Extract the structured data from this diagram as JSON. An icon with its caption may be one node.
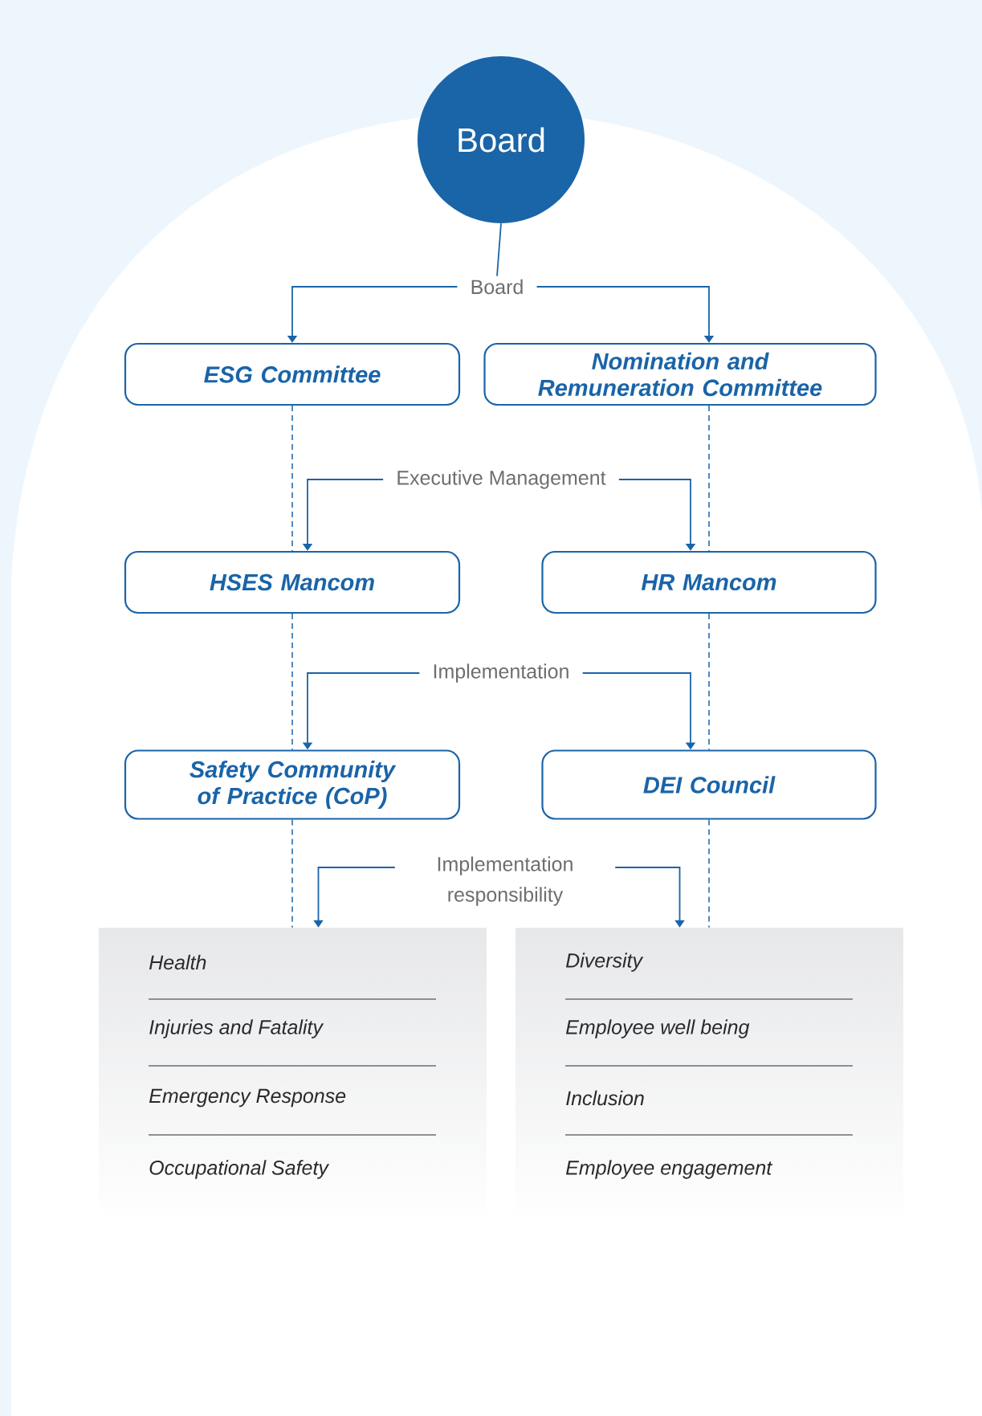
{
  "diagram": {
    "nodes": [
      {
        "text": [
          "Board"
        ]
      },
      {
        "text": [
          "Board"
        ]
      },
      {
        "text": [
          "ESG Committee"
        ]
      },
      {
        "text": [
          "Nomination and Remuneration Committee"
        ]
      },
      {
        "text": [
          "Executive Management"
        ]
      },
      {
        "text": [
          "HSES Mancom"
        ]
      },
      {
        "text": [
          "HR Mancom"
        ]
      },
      {
        "text": [
          "Implementation"
        ]
      },
      {
        "text": [
          "Safety Community of Practice (CoP)"
        ]
      },
      {
        "text": [
          "DEI Council"
        ]
      },
      {
        "text": [
          "Implementation responsibility"
        ]
      },
      {
        "text": [
          "Health",
          "Injuries and Fatality",
          "Emergency Response",
          "Occupational Safety"
        ]
      },
      {
        "text": [
          "Diversity",
          "Employee well being",
          "Inclusion",
          "Employee engagement"
        ]
      }
    ],
    "edges": [
      {
        "from": 0,
        "to": 1,
        "arrow": "none"
      },
      {
        "from": 1,
        "to": 2,
        "arrow": "to"
      },
      {
        "from": 1,
        "to": 3,
        "arrow": "to"
      },
      {
        "from": 4,
        "to": 5,
        "arrow": "to"
      },
      {
        "from": 4,
        "to": 6,
        "arrow": "to"
      },
      {
        "from": 7,
        "to": 8,
        "arrow": "to"
      },
      {
        "from": 7,
        "to": 9,
        "arrow": "to"
      },
      {
        "from": 10,
        "to": 11,
        "arrow": "to"
      },
      {
        "from": 10,
        "to": 12,
        "arrow": "to"
      },
      {
        "from": 2,
        "to": 5,
        "arrow": "none",
        "style": "dashed"
      },
      {
        "from": 5,
        "to": 8,
        "arrow": "none",
        "style": "dashed"
      },
      {
        "from": 8,
        "to": 11,
        "arrow": "none",
        "style": "dashed"
      },
      {
        "from": 3,
        "to": 6,
        "arrow": "none",
        "style": "dashed"
      },
      {
        "from": 6,
        "to": 9,
        "arrow": "none",
        "style": "dashed"
      },
      {
        "from": 9,
        "to": 12,
        "arrow": "none",
        "style": "dashed"
      }
    ]
  }
}
